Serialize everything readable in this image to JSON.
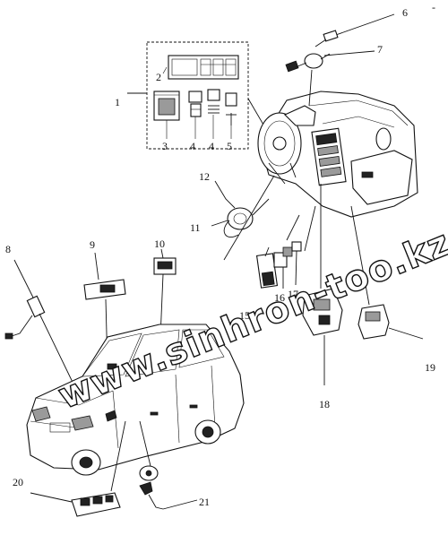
{
  "callouts": [
    {
      "id": "c1",
      "text": "1"
    },
    {
      "id": "c2",
      "text": "2"
    },
    {
      "id": "c3",
      "text": "3"
    },
    {
      "id": "c4a",
      "text": "4"
    },
    {
      "id": "c4b",
      "text": "4"
    },
    {
      "id": "c5",
      "text": "5"
    },
    {
      "id": "c6",
      "text": "6"
    },
    {
      "id": "c7",
      "text": "7"
    },
    {
      "id": "c8",
      "text": "8"
    },
    {
      "id": "c9",
      "text": "9"
    },
    {
      "id": "c10",
      "text": "10"
    },
    {
      "id": "c11",
      "text": "11"
    },
    {
      "id": "c12",
      "text": "12"
    },
    {
      "id": "c15",
      "text": "15"
    },
    {
      "id": "c16",
      "text": "16"
    },
    {
      "id": "c17",
      "text": "17"
    },
    {
      "id": "c18",
      "text": "18"
    },
    {
      "id": "c19",
      "text": "19"
    },
    {
      "id": "c20",
      "text": "20"
    },
    {
      "id": "c21",
      "text": "21"
    }
  ],
  "watermark": "www.sinhron-too.kz",
  "corner_mark": "-",
  "colors": {
    "ink": "#111111",
    "paper": "#ffffff",
    "shade": "#9a9a9a"
  }
}
